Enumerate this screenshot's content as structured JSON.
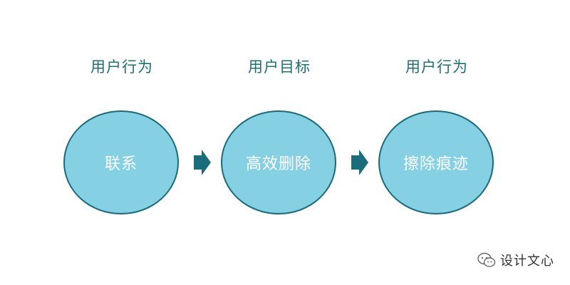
{
  "stages": [
    {
      "label": "用户行为",
      "node": "联系"
    },
    {
      "label": "用户目标",
      "node": "高效删除"
    },
    {
      "label": "用户行为",
      "node": "擦除痕迹"
    }
  ],
  "watermark": {
    "text": "设计文心",
    "icon": "wechat-icon"
  },
  "colors": {
    "node_fill": "#86d0e4",
    "node_border": "#1a6a7a",
    "arrow": "#1b6d7b",
    "label": "#1f6f73"
  }
}
